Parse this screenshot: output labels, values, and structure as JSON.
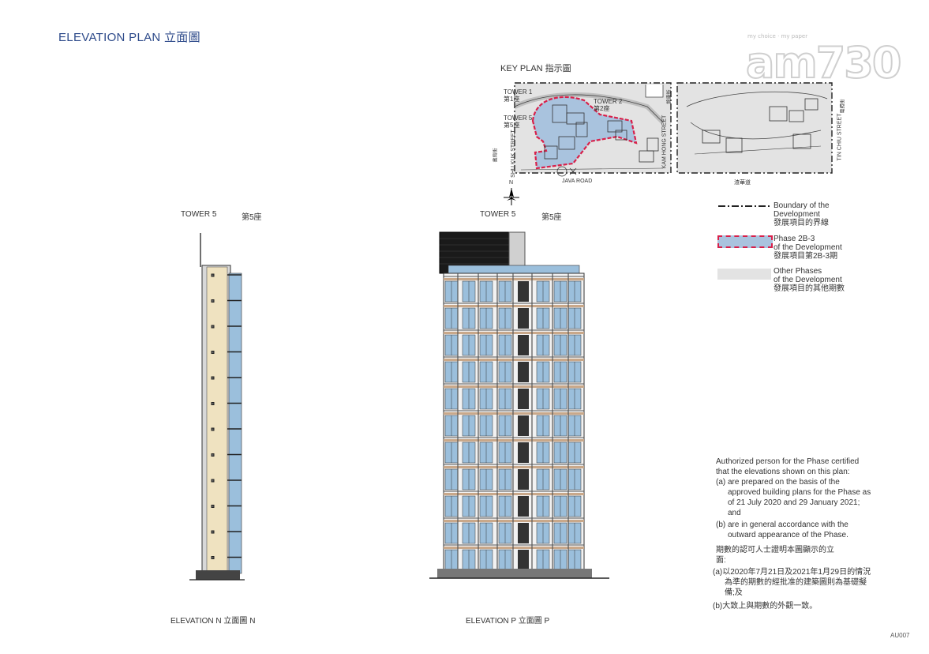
{
  "page": {
    "title": "ELEVATION PLAN 立面圖",
    "page_code": "AU007"
  },
  "logo": {
    "tagline": "my choice · my paper",
    "wordmark": "am730"
  },
  "key_plan": {
    "title": "KEY PLAN 指示圖",
    "labels": {
      "tower1": "TOWER 1",
      "tower1_zh": "第1座",
      "tower5": "TOWER 5",
      "tower5_zh": "第5座",
      "tower2": "TOWER 2",
      "tower2_zh": "第2座",
      "shu_kuk_street": "SHU KUK STREET",
      "shu_kuk_street_zh": "書局街",
      "kam_hong_street": "KAM HONG STREET",
      "kam_hong_street_zh": "錦康街",
      "tin_chu_street": "TIN CHIU STREET",
      "tin_chu_street_zh": "電照街",
      "java_road": "JAVA ROAD",
      "java_road_zh": "渣華道",
      "north": "N"
    }
  },
  "legend": {
    "boundary": "Boundary of the\nDevelopment\n發展項目的界線",
    "phase": "Phase 2B-3\nof the Development\n發展項目第2B-3期",
    "other": "Other Phases\nof the Development\n發展項目的其他期數"
  },
  "elevations": {
    "left": {
      "tower": "TOWER 5",
      "tower_zh": "第5座",
      "caption": "ELEVATION N 立面圖 N"
    },
    "right": {
      "tower": "TOWER 5",
      "tower_zh": "第5座",
      "caption": "ELEVATION P 立面圖 P"
    }
  },
  "certification": {
    "intro": "Authorized person for the Phase certified that the elevations shown on this plan:",
    "a": "(a) are prepared on the basis of the approved building plans for the Phase as of 21 July 2020 and 29 January 2021; and",
    "b": "(b) are in general accordance with the outward appearance of the Phase.",
    "zh_intro": "期數的認可人士證明本圖顯示的立面:",
    "zh_a": "(a)以2020年7月21日及2021年1月29日的情況為準的期數的經批准的建築圖則為基礎擬備;及",
    "zh_b": "(b)大致上與期數的外觀一致。"
  },
  "colors": {
    "title_blue": "#2d4a8a",
    "phase_red": "#d8204a",
    "phase_fill": "#a9c3de",
    "other_phase_gray": "#e3e3e3",
    "window_blue": "#9bbfdc",
    "beige": "#efe2c0"
  }
}
